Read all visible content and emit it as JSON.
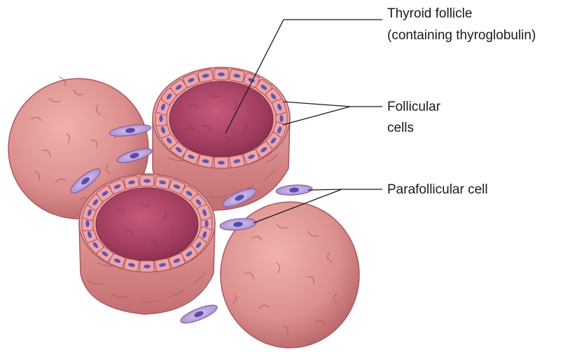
{
  "labels": {
    "thyroid_follicle_line1": "Thyroid follicle",
    "thyroid_follicle_line2": "(containing thyroglobulin)",
    "follicular_cells_line1": "Follicular",
    "follicular_cells_line2": "cells",
    "parafollicular_cell": "Parafollicular cell"
  },
  "colors": {
    "follicle_outer": "#d98d8d",
    "follicle_outer_shade": "#c06a70",
    "lumen": "#9e3a5c",
    "epithelial_cell": "#f0a3a6",
    "nucleus": "#5a5ab0",
    "parafollicular_cell": "#b69ad6",
    "label_text": "#1a1a1a"
  }
}
